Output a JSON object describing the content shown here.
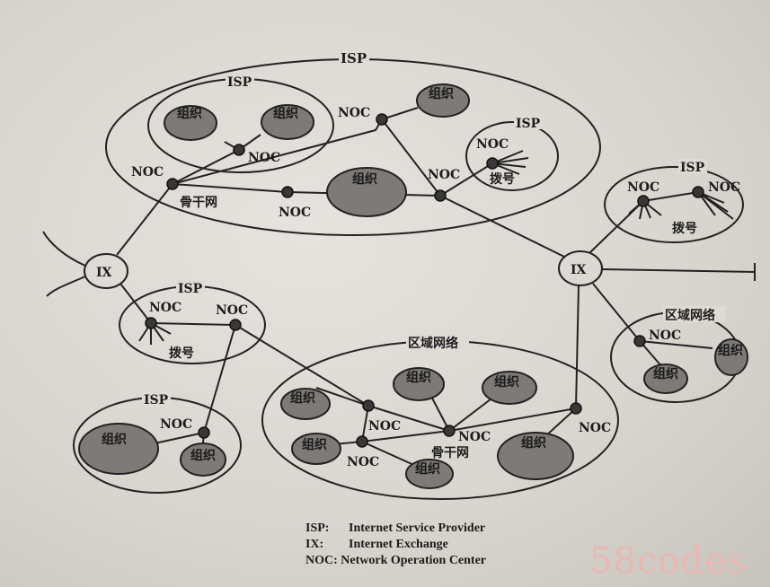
{
  "diagram": {
    "isp": "ISP",
    "noc": "NOC",
    "ix": "IX",
    "org": "组织",
    "backbone": "骨干网",
    "dialup": "拨号",
    "regional": "区域网络"
  },
  "legend": [
    {
      "key": "ISP:",
      "desc": "Internet Service Provider"
    },
    {
      "key": "IX:",
      "desc": "Internet Exchange"
    },
    {
      "key": "NOC:",
      "desc": "Network Operation Center"
    }
  ],
  "watermark": "58codes"
}
